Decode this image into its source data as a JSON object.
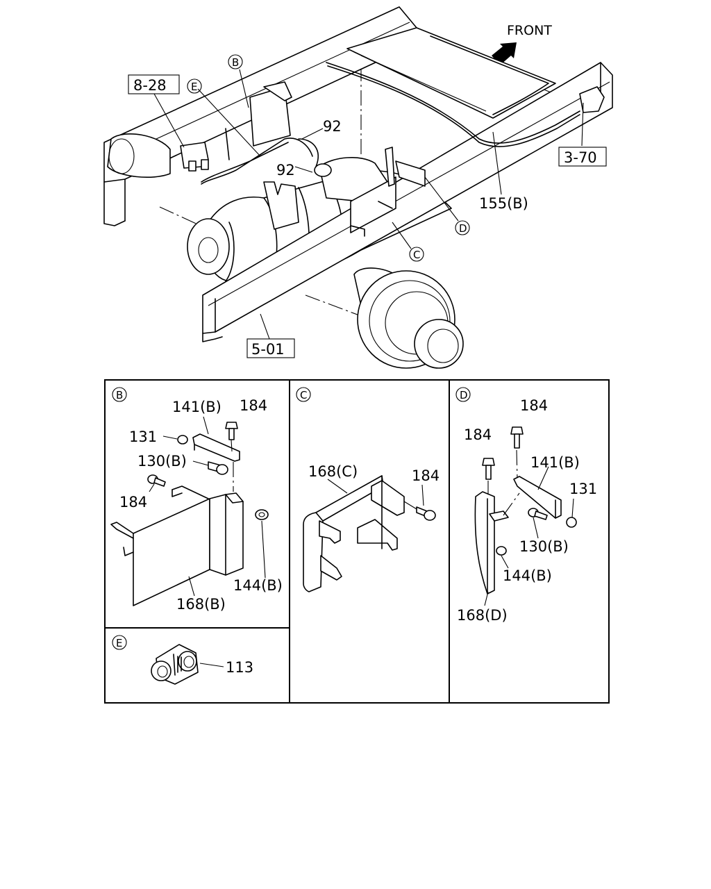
{
  "front_label": "FRONT",
  "main_labels": {
    "ref_8_28": "8-28",
    "ref_3_70": "3-70",
    "ref_5_01": "5-01",
    "part_155b": "155(B)",
    "part_92_top": "92",
    "part_92_bottom": "92",
    "marker_b": "B",
    "marker_c": "C",
    "marker_d": "D",
    "marker_e": "E"
  },
  "panel_b": {
    "marker": "B",
    "p141b": "141(B)",
    "p184_top": "184",
    "p131": "131",
    "p130b": "130(B)",
    "p184_left": "184",
    "p144b": "144(B)",
    "p168b": "168(B)"
  },
  "panel_c": {
    "marker": "C",
    "p168c": "168(C)",
    "p184": "184"
  },
  "panel_d": {
    "marker": "D",
    "p184_top": "184",
    "p184_left": "184",
    "p141b": "141(B)",
    "p131": "131",
    "p130b": "130(B)",
    "p144b": "144(B)",
    "p168d": "168(D)"
  },
  "panel_e": {
    "marker": "E",
    "p113": "113"
  }
}
